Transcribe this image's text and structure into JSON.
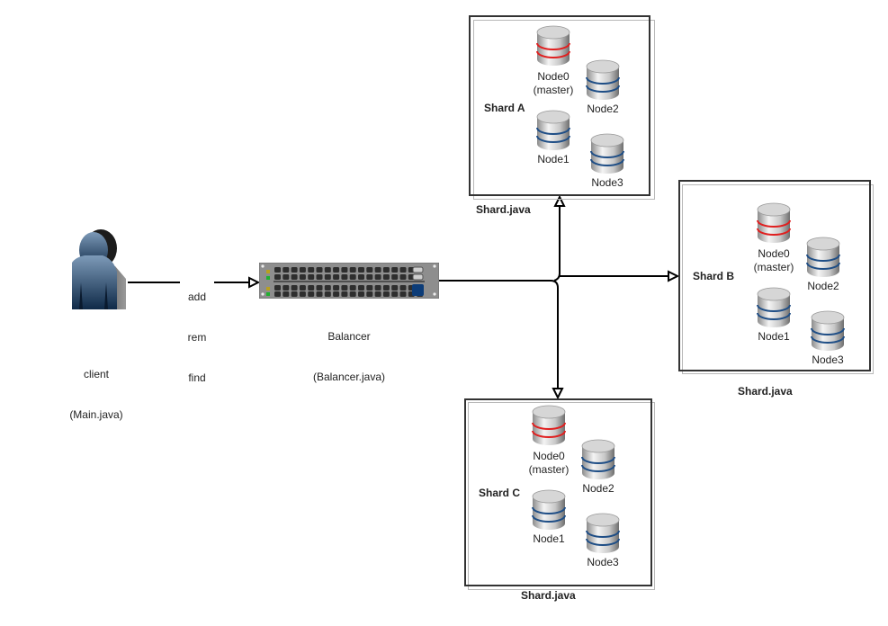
{
  "diagram": {
    "client": {
      "name": "client",
      "file": "(Main.java)"
    },
    "client_edge": {
      "labels": [
        "add",
        "rem",
        "find"
      ]
    },
    "balancer": {
      "name": "Balancer",
      "file": "(Balancer.java)"
    },
    "colors": {
      "master_stripe": "#e02020",
      "replica_stripe": "#1f4e86",
      "edge": "#000000",
      "frame": "#333333"
    },
    "shards": [
      {
        "title": "Shard A",
        "file": "Shard.java",
        "nodes": [
          {
            "name": "Node0",
            "role": "(master)",
            "master": true
          },
          {
            "name": "Node1",
            "master": false
          },
          {
            "name": "Node2",
            "master": false
          },
          {
            "name": "Node3",
            "master": false
          }
        ]
      },
      {
        "title": "Shard B",
        "file": "Shard.java",
        "nodes": [
          {
            "name": "Node0",
            "role": "(master)",
            "master": true
          },
          {
            "name": "Node1",
            "master": false
          },
          {
            "name": "Node2",
            "master": false
          },
          {
            "name": "Node3",
            "master": false
          }
        ]
      },
      {
        "title": "Shard C",
        "file": "Shard.java",
        "nodes": [
          {
            "name": "Node0",
            "role": "(master)",
            "master": true
          },
          {
            "name": "Node1",
            "master": false
          },
          {
            "name": "Node2",
            "master": false
          },
          {
            "name": "Node3",
            "master": false
          }
        ]
      }
    ]
  }
}
